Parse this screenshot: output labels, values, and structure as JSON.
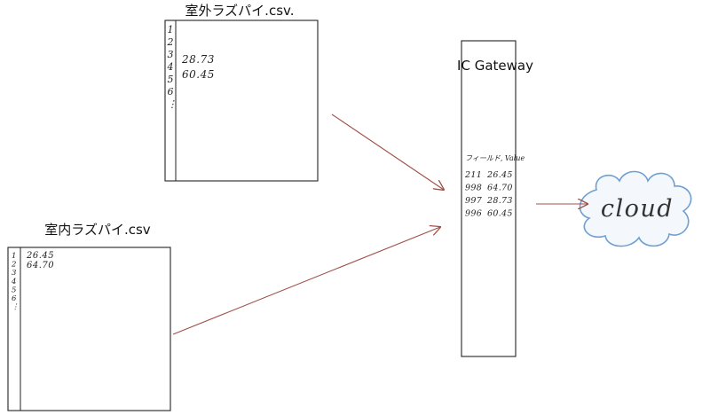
{
  "outdoor_csv": {
    "title": "室外ラズパイ.csv.",
    "row_numbers": [
      "1",
      "2",
      "3",
      "4",
      "5",
      "6",
      "⋮"
    ],
    "cells": [
      "28.73",
      "60.45"
    ]
  },
  "indoor_csv": {
    "title": "室内ラズパイ.csv",
    "row_numbers": [
      "1",
      "2",
      "3",
      "4",
      "5",
      "6",
      "⋮"
    ],
    "cells": [
      "26.45",
      "64.70"
    ]
  },
  "gateway": {
    "title": "IC Gateway",
    "header": "フィールド, Value",
    "rows": [
      {
        "field": "211",
        "value": "26.45"
      },
      {
        "field": "998",
        "value": "64.70"
      },
      {
        "field": "997",
        "value": "28.73"
      },
      {
        "field": "996",
        "value": "60.45"
      }
    ]
  },
  "cloud": {
    "label": "cloud"
  },
  "colors": {
    "arrow": "#a0504a",
    "stroke": "#222222",
    "cloud_stroke": "#6f9fd0",
    "cloud_fill": "#f4f8fd"
  }
}
